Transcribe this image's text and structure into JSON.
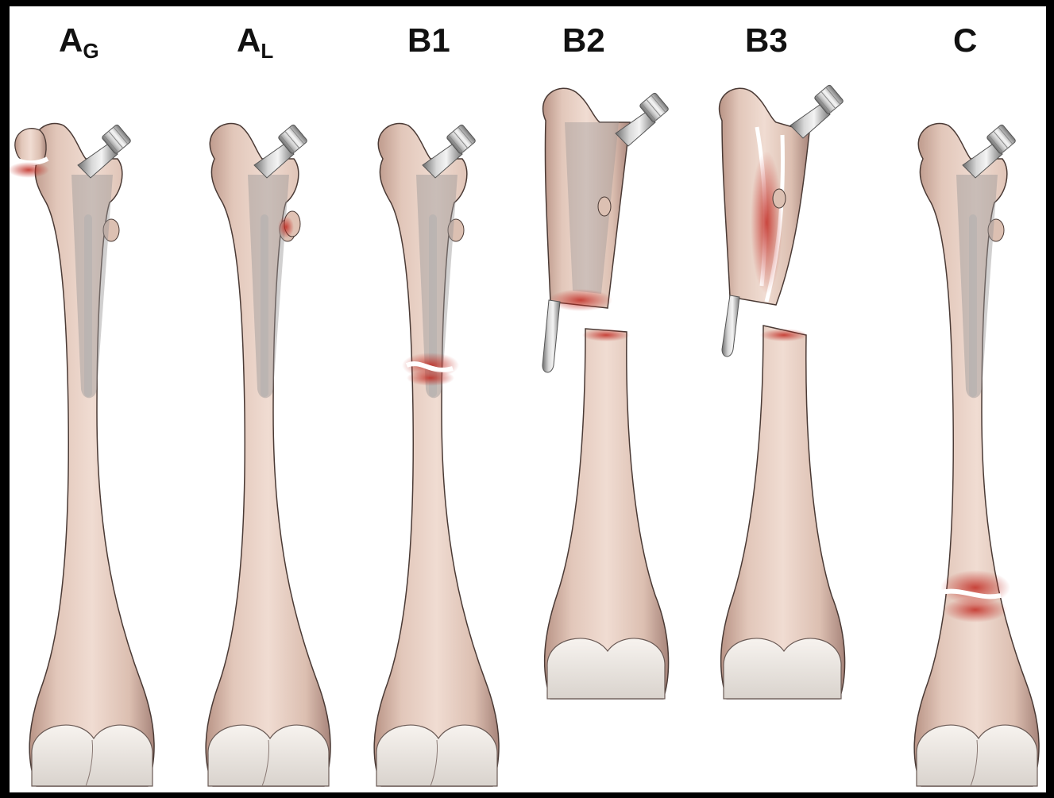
{
  "colors": {
    "background": "#ffffff",
    "border": "#000000",
    "bone": "#e8d2c6",
    "bone_shade": "#c9a99a",
    "implant": "#a9a9a9",
    "fracture": "#c0281f"
  },
  "labels": [
    {
      "main": "A",
      "sub": "G"
    },
    {
      "main": "A",
      "sub": "L"
    },
    {
      "main": "B1",
      "sub": ""
    },
    {
      "main": "B2",
      "sub": ""
    },
    {
      "main": "B3",
      "sub": ""
    },
    {
      "main": "C",
      "sub": ""
    }
  ]
}
